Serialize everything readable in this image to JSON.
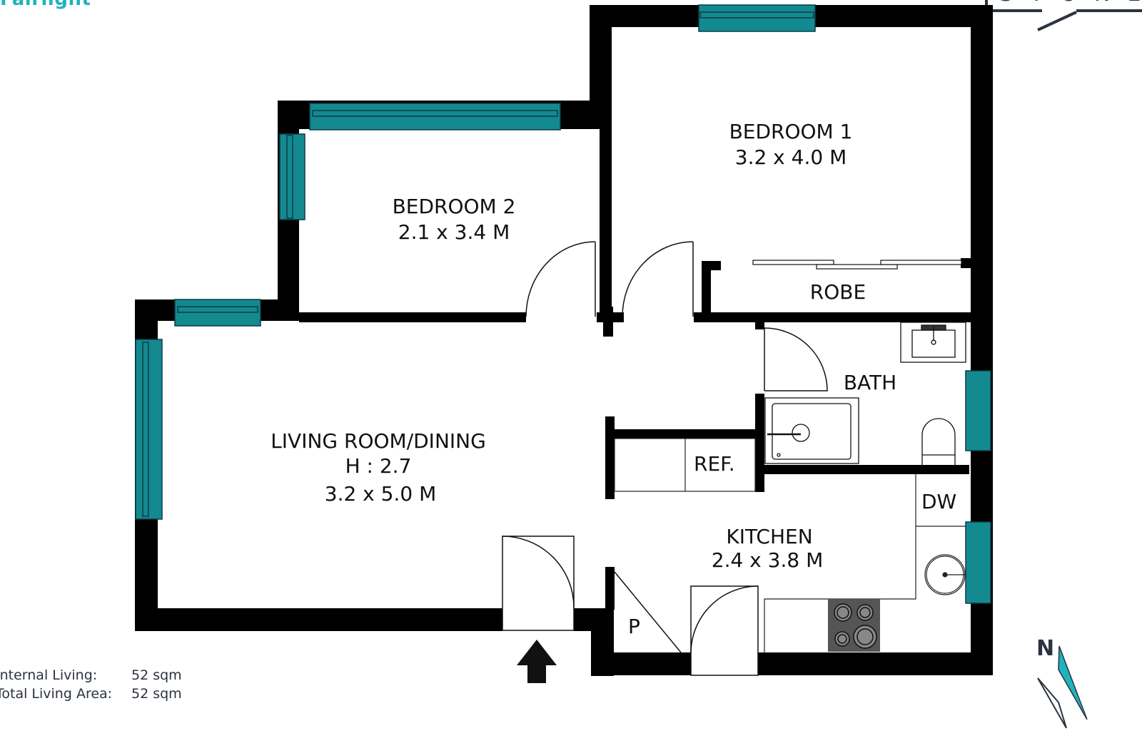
{
  "brand": {
    "name": "Fairlight",
    "color": "#1fb3bd"
  },
  "logo": {
    "text": "STONE",
    "color": "#2b3340"
  },
  "colors": {
    "wall": "#000000",
    "window": "#138a8f",
    "window_stroke": "#0d3a4a",
    "text": "#111111",
    "cooktop": "#555555"
  },
  "rooms": [
    {
      "name": "BEDROOM 1",
      "size": "3.2 x 4.0 M"
    },
    {
      "name": "BEDROOM 2",
      "size": "2.1 x 3.4 M"
    },
    {
      "name": "LIVING ROOM/DINING",
      "height": "H : 2.7",
      "size": "3.2 x 5.0 M"
    },
    {
      "name": "KITCHEN",
      "size": "2.4 x 3.8 M"
    },
    {
      "name": "BATH"
    },
    {
      "name": "ROBE"
    }
  ],
  "fixtures": {
    "refrigerator": "REF.",
    "dishwasher": "DW",
    "pantry": "P"
  },
  "areas": [
    {
      "label": "Internal Living:",
      "value": "52 sqm"
    },
    {
      "label": "Total Living Area:",
      "value": "52 sqm"
    }
  ],
  "compass": {
    "label": "N"
  }
}
